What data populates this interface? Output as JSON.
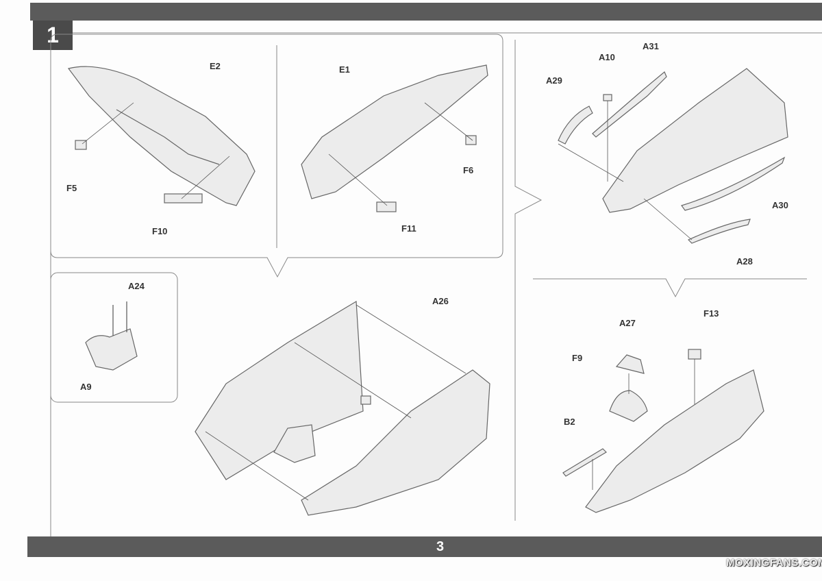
{
  "step": {
    "number": "1"
  },
  "page": {
    "number": "3"
  },
  "watermark": {
    "text": "MOXINGFANS.COM"
  },
  "parts": {
    "e2": "E2",
    "f5": "F5",
    "f10": "F10",
    "e1": "E1",
    "f6": "F6",
    "f11": "F11",
    "a24": "A24",
    "a9": "A9",
    "a26": "A26",
    "a10": "A10",
    "a31": "A31",
    "a29": "A29",
    "a30": "A30",
    "a28": "A28",
    "a27": "A27",
    "f13": "F13",
    "f9": "F9",
    "b2": "B2"
  },
  "colors": {
    "bar": "#5b5b5b",
    "step_box": "#4a4a4a",
    "line": "#888888",
    "part_fill": "#e9e9e9"
  }
}
